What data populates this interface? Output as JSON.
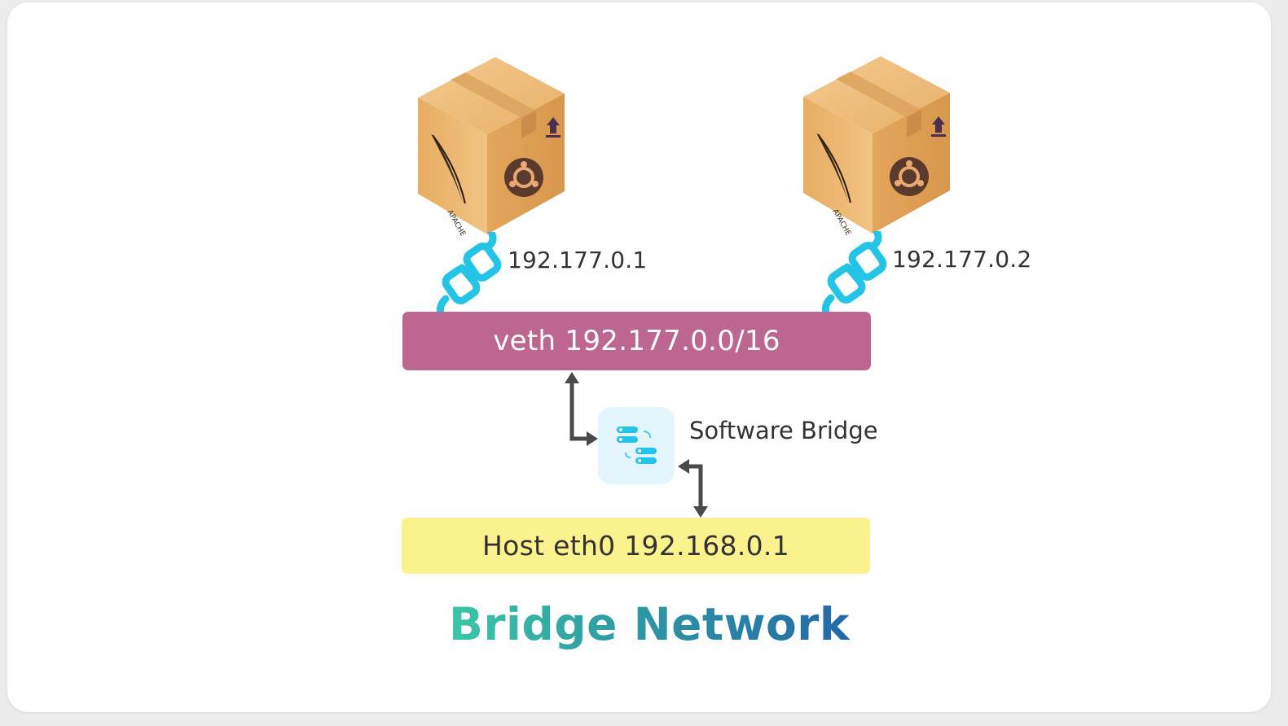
{
  "containers": [
    {
      "ip": "192.177.0.1",
      "box_logo_text": "APACHE"
    },
    {
      "ip": "192.177.0.2",
      "box_logo_text": "APACHE"
    }
  ],
  "veth": {
    "label": "veth 192.177.0.0/16"
  },
  "bridge": {
    "label": "Software Bridge"
  },
  "host": {
    "label": "Host eth0 192.168.0.1"
  },
  "title": "Bridge Network",
  "colors": {
    "veth": "#bc6690",
    "host": "#fbf18d",
    "bridge_bg": "#e4f6fb",
    "plug": "#23c4e6",
    "arrow": "#4a4a4a"
  }
}
